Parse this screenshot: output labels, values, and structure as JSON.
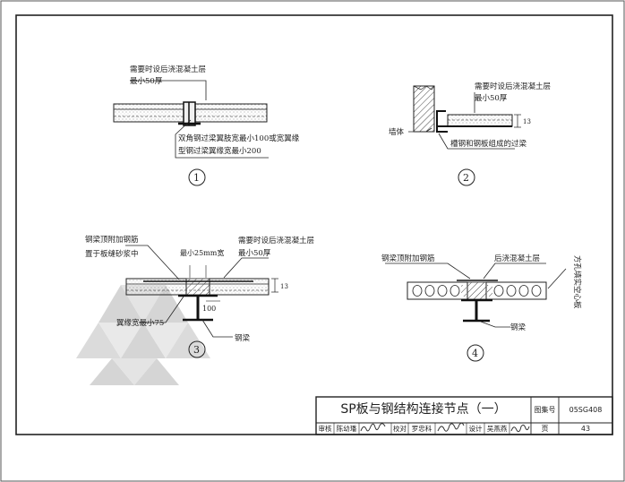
{
  "details": [
    {
      "number": "1",
      "labels": {
        "topping_line1": "需要时设后浇混凝土层",
        "topping_line2": "最小50厚",
        "flange_line1": "双角钢过梁翼肢宽最小100或宽翼缘",
        "flange_line2": "型钢过梁翼缘宽最小200"
      }
    },
    {
      "number": "2",
      "labels": {
        "topping_line1": "需要时设后浇混凝土层",
        "topping_line2": "最小50厚",
        "wall": "墙体",
        "lintel": "槽钢和钢板组成的过梁",
        "dim": "13"
      }
    },
    {
      "number": "3",
      "labels": {
        "rebar_line1": "钢梁顶附加钢筋",
        "rebar_line2": "置于板缝砂浆中",
        "gap": "最小25mm宽",
        "topping_line1": "需要时设后浇混凝土层",
        "topping_line2": "最小50厚",
        "flange": "翼缘宽最小75",
        "beam": "钢梁",
        "dim_100": "100",
        "dim_13": "13"
      }
    },
    {
      "number": "4",
      "labels": {
        "rebar": "钢梁顶附加钢筋",
        "topping": "后浇混凝土层",
        "beam": "钢梁",
        "side_note": "方孔填实空心板"
      }
    }
  ],
  "title_block": {
    "title": "SP板与钢结构连接节点（一）",
    "atlas_label": "图集号",
    "atlas_number": "05SG408",
    "page_label": "页",
    "page_number": "43",
    "review_label": "审核",
    "review_name": "陈幼璠",
    "check_label": "校对",
    "check_name": "罗忠科",
    "design_label": "设计",
    "design_name": "吴燕燕"
  }
}
